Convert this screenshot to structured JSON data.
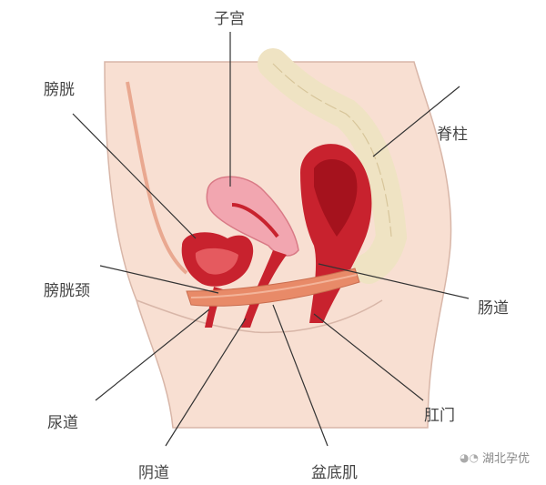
{
  "labels": {
    "uterus": "子宫",
    "bladder": "膀胱",
    "spine": "脊柱",
    "bladder_neck": "膀胱颈",
    "intestine": "肠道",
    "urethra": "尿道",
    "anus": "肛门",
    "vagina": "阴道",
    "pelvic_floor": "盆底肌"
  },
  "watermark": {
    "text": "湖北孕优",
    "icon": "wechat-icon"
  },
  "colors": {
    "skin": "#f8dfd2",
    "outline": "#c9a99c",
    "organ_red": "#c8222e",
    "uterus_pink": "#f2a6b0",
    "muscle": "#e88a68",
    "bone": "#efe3c3"
  }
}
